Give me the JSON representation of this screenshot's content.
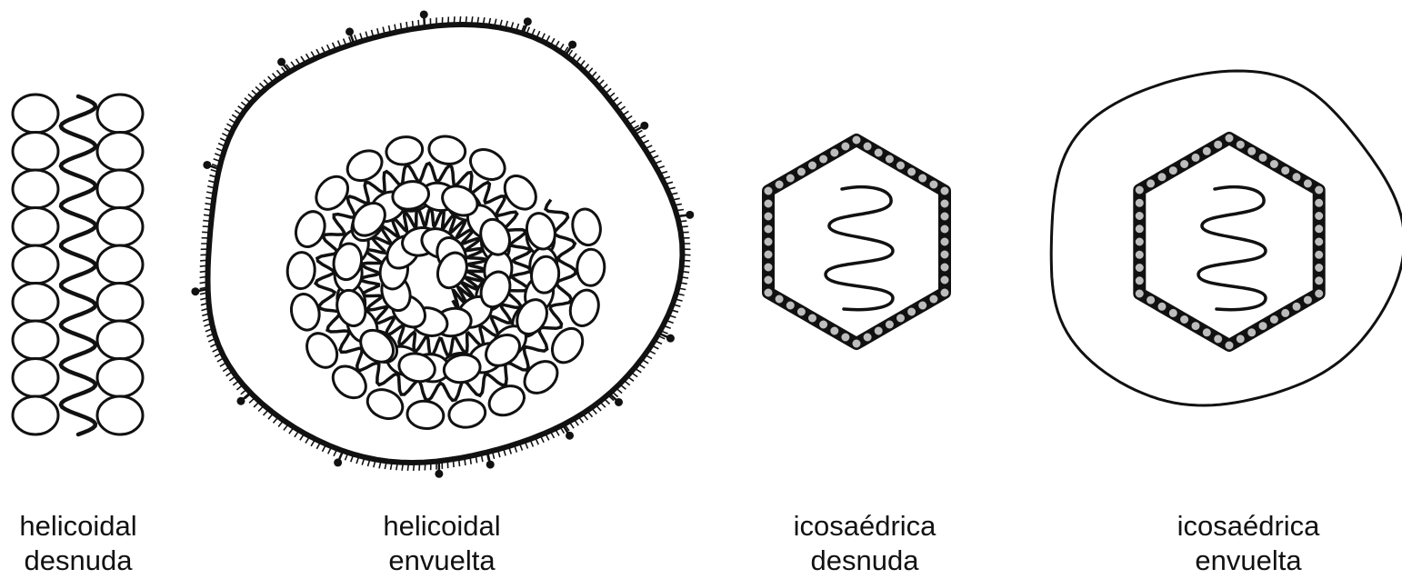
{
  "colors": {
    "ink": "#111111",
    "background": "#ffffff",
    "stud": "#bdbdbd"
  },
  "figures": [
    {
      "id": "helical-naked",
      "icon": "helical-naked-virus-icon",
      "caption": [
        "helicoidal",
        "desnuda"
      ]
    },
    {
      "id": "helical-enveloped",
      "icon": "helical-enveloped-virus-icon",
      "caption": [
        "helicoidal",
        "envuelta"
      ]
    },
    {
      "id": "icosahedral-naked",
      "icon": "icosahedral-naked-virus-icon",
      "caption": [
        "icosaédrica",
        "desnuda"
      ]
    },
    {
      "id": "icosahedral-enveloped",
      "icon": "icosahedral-enveloped-virus-icon",
      "caption": [
        "icosaédrica",
        "envuelta"
      ]
    }
  ]
}
